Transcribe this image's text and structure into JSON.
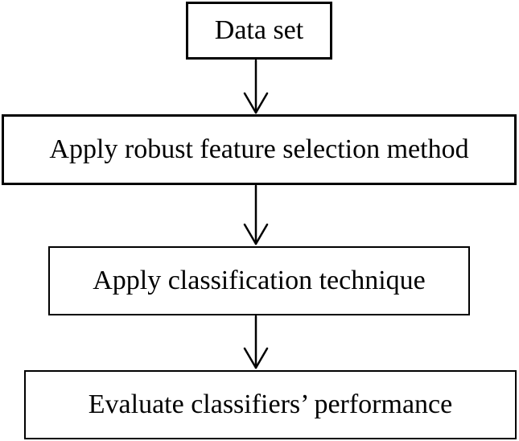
{
  "diagram": {
    "steps": [
      {
        "label": "Data set"
      },
      {
        "label": "Apply robust feature selection method"
      },
      {
        "label": "Apply classification technique"
      },
      {
        "label": "Evaluate classifiers’ performance"
      }
    ],
    "colors": {
      "stroke": "#000000",
      "fill": "#ffffff",
      "text": "#000000"
    }
  }
}
